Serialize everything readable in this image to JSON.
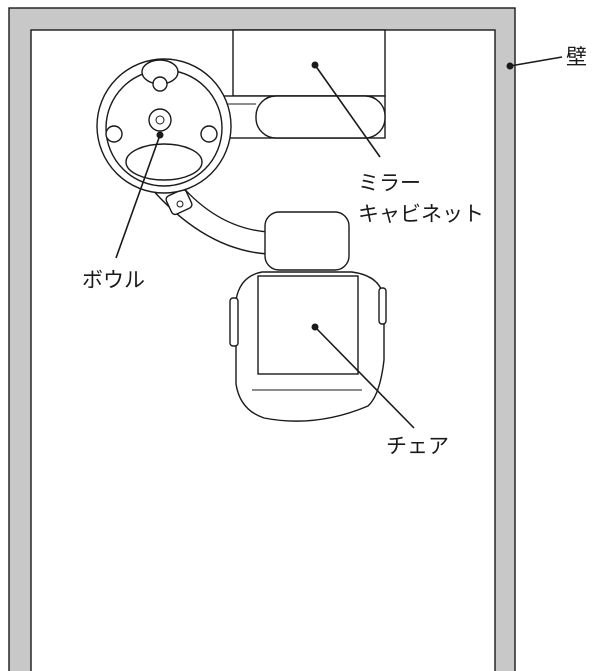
{
  "labels": {
    "wall": "壁",
    "mirror_cabinet_line1": "ミラー",
    "mirror_cabinet_line2": "キャビネット",
    "bowl": "ボウル",
    "chair": "チェア"
  },
  "colors": {
    "wall_fill": "#c8c8c8",
    "stroke": "#1a1a1a",
    "floor": "#ffffff"
  }
}
